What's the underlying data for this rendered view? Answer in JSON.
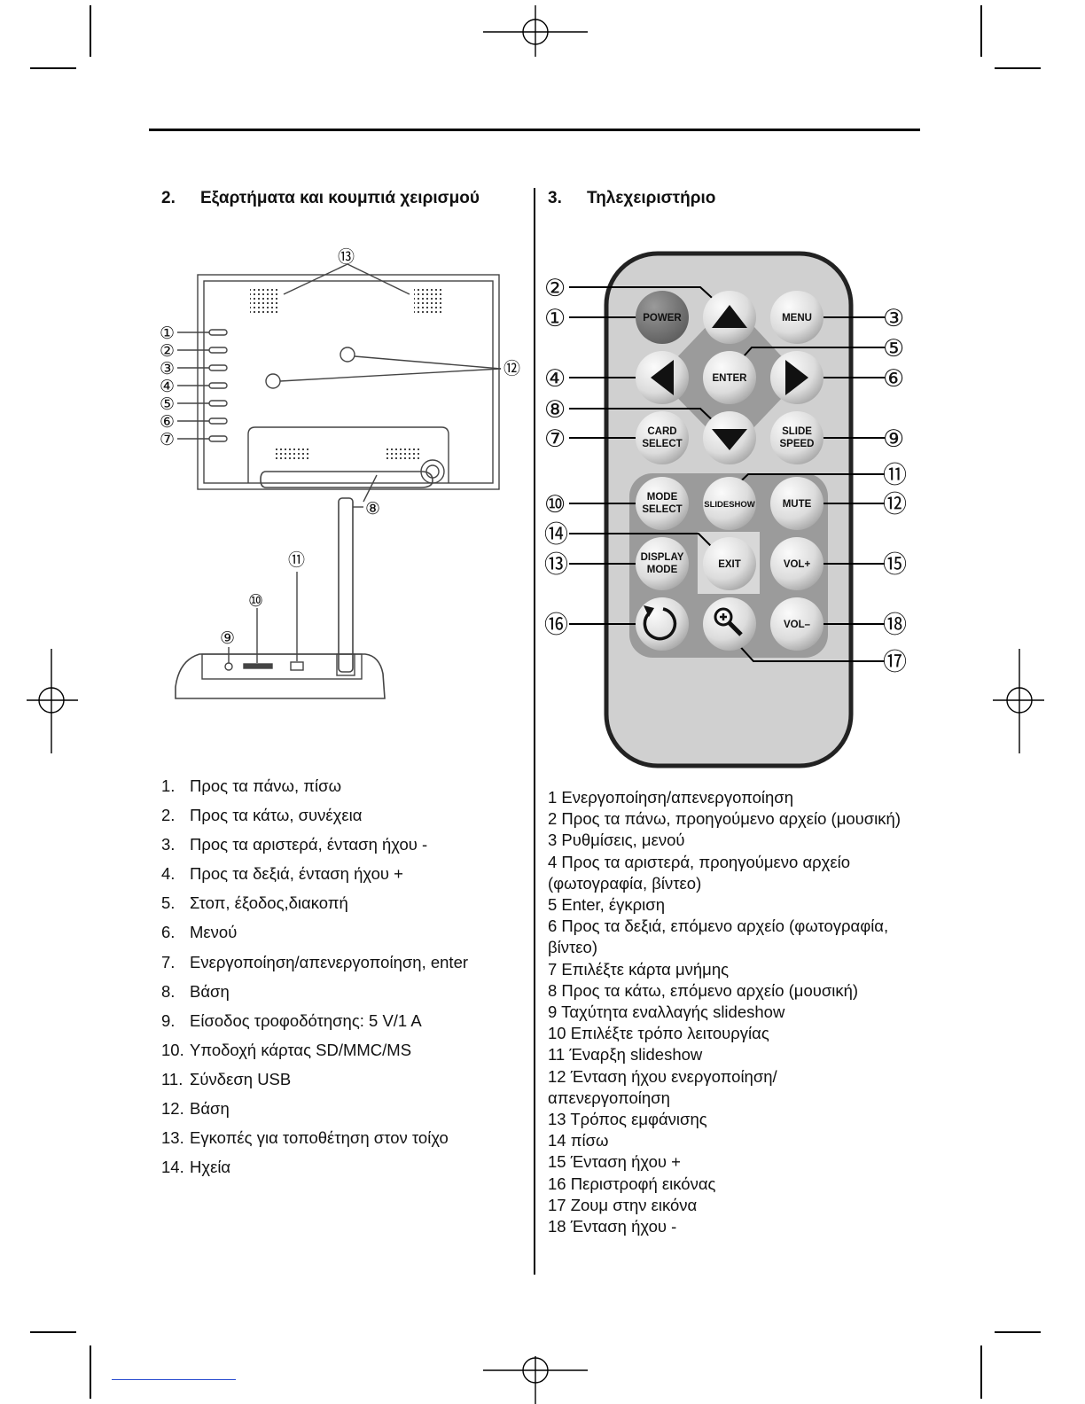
{
  "left_section": {
    "number": "2.",
    "title": "Εξαρτήματα και κουμπιά χειρισμού",
    "items": [
      {
        "n": "1.",
        "text": "Προς τα πάνω, πίσω"
      },
      {
        "n": "2.",
        "text": "Προς τα κάτω, συνέχεια"
      },
      {
        "n": "3.",
        "text": "Προς τα αριστερά, ένταση ήχου -"
      },
      {
        "n": "4.",
        "text": "Προς τα δεξιά, ένταση ήχου +"
      },
      {
        "n": "5.",
        "text": "Στοπ, έξοδος,διακοπή"
      },
      {
        "n": "6.",
        "text": "Μενού"
      },
      {
        "n": "7.",
        "text": "Ενεργοποίηση/απενεργοποίηση, enter"
      },
      {
        "n": "8.",
        "text": "Βάση"
      },
      {
        "n": "9.",
        "text": "Είσοδος τροφοδότησης: 5 V/1 A"
      },
      {
        "n": "10.",
        "text": "Υποδοχή κάρτας SD/MMC/MS"
      },
      {
        "n": "11.",
        "text": "Σύνδεση USB"
      },
      {
        "n": "12.",
        "text": "Βάση"
      },
      {
        "n": "13.",
        "text": "Εγκοπές για τοποθέτηση στον τοίχο"
      },
      {
        "n": "14.",
        "text": "Ηχεία"
      }
    ]
  },
  "right_section": {
    "number": "3.",
    "title": "Τηλεχειριστήριο",
    "items": [
      "1 Ενεργοποίηση/απενεργοποίηση",
      "2 Προς τα πάνω, προηγούμενο αρχείο (μουσική)",
      "3 Ρυθμίσεις, μενού",
      "4 Προς τα αριστερά, προηγούμενο αρχείο (φωτογραφία, βίντεο)",
      "5 Enter, έγκριση",
      "6 Προς τα δεξιά, επόμενο αρχείο (φωτογραφία, βίντεο)",
      "7 Επιλέξτε κάρτα μνήμης",
      "8 Προς τα κάτω, επόμενο αρχείο (μουσική)",
      "9 Ταχύτητα εναλλαγής slideshow",
      "10 Επιλέξτε τρόπο λειτουργίας",
      "11 Έναρξη slideshow",
      "12 Ένταση ήχου ενεργοποίηση/απενεργοποίηση",
      "13 Τρόπος εμφάνισης",
      "14 πίσω",
      "15 Ένταση ήχου +",
      "16 Περιστροφή εικόνας",
      "17 Ζουμ στην εικόνα",
      "18 Ένταση ήχου -"
    ]
  },
  "frame_diagram": {
    "callouts": [
      "①",
      "②",
      "③",
      "④",
      "⑤",
      "⑥",
      "⑦",
      "⑧",
      "⑨",
      "⑩",
      "⑪",
      "⑫",
      "⑬"
    ]
  },
  "remote": {
    "buttons": {
      "power": "POWER",
      "menu": "MENU",
      "enter": "ENTER",
      "card_select": [
        "CARD",
        "SELECT"
      ],
      "slide_speed": [
        "SLIDE",
        "SPEED"
      ],
      "mode_select": [
        "MODE",
        "SELECT"
      ],
      "slideshow": "SLIDESHOW",
      "mute": "MUTE",
      "display_mode": [
        "DISPLAY",
        "MODE"
      ],
      "exit": "EXIT",
      "vol_plus": "VOL+",
      "vol_minus": "VOL–"
    },
    "callouts": [
      "①",
      "②",
      "③",
      "④",
      "⑤",
      "⑥",
      "⑦",
      "⑧",
      "⑨",
      "⑩",
      "⑪",
      "⑫",
      "⑬",
      "⑭",
      "⑮",
      "⑯",
      "⑰",
      "⑱"
    ],
    "colors": {
      "body": "#d0d0d0",
      "power": "#7a7a7a",
      "panel": "#9b9b9b",
      "button": "#e8e8e8"
    }
  }
}
